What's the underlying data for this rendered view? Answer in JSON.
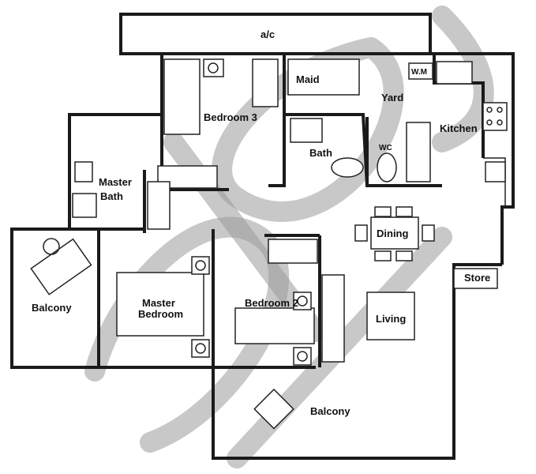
{
  "plan": {
    "labels": {
      "ac": "a/c",
      "wm": "W.M",
      "maid": "Maid",
      "yard": "Yard",
      "kitchen": "Kitchen",
      "bedroom3": "Bedroom 3",
      "bath": "Bath",
      "wc": "WC",
      "master_bath_1": "Master",
      "master_bath_2": "Bath",
      "dining": "Dining",
      "store": "Store",
      "balcony_left": "Balcony",
      "master_bedroom_1": "Master",
      "master_bedroom_2": "Bedroom",
      "bedroom2": "Bedroom 2",
      "living": "Living",
      "balcony_bottom": "Balcony"
    }
  }
}
